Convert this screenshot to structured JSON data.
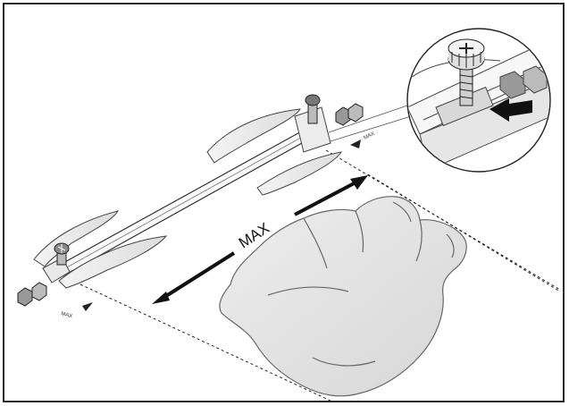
{
  "diagram": {
    "max_label": "MAX",
    "small_label_left": "MAX",
    "small_label_right": "MAX"
  }
}
